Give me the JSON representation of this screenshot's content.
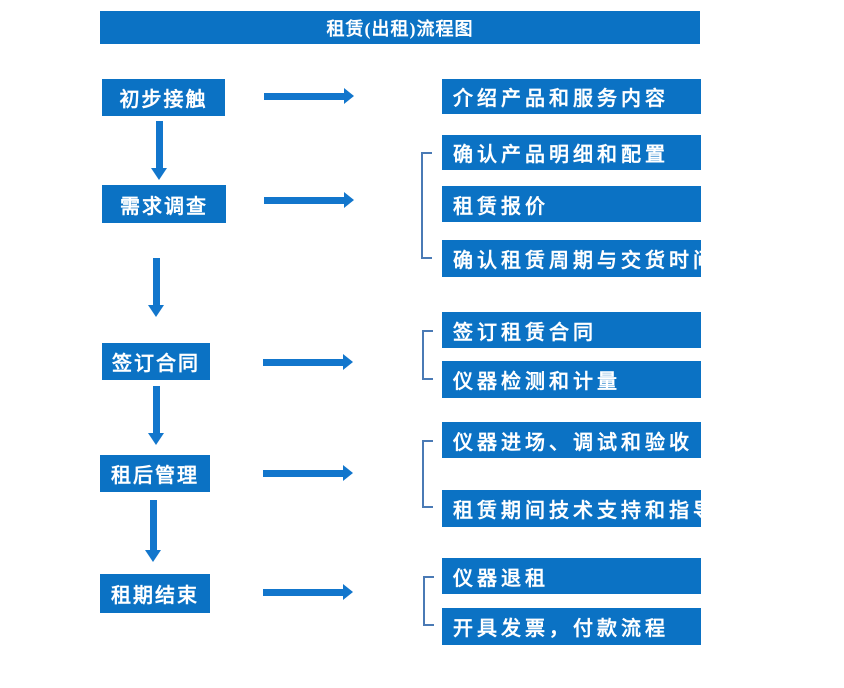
{
  "title": "租赁(出租)流程图",
  "colors": {
    "box_blue": "#0b72c4",
    "arrow_blue": "#1276cc",
    "bracket_blue": "#4a7ab5",
    "text": "#ffffff",
    "background": "#ffffff"
  },
  "stages": [
    {
      "label": "初步接触",
      "details": [
        "介绍产品和服务内容"
      ]
    },
    {
      "label": "需求调查",
      "details": [
        "确认产品明细和配置",
        "租赁报价",
        "确认租赁周期与交货时间"
      ]
    },
    {
      "label": "签订合同",
      "details": [
        "签订租赁合同",
        "仪器检测和计量"
      ]
    },
    {
      "label": "租后管理",
      "details": [
        "仪器进场、调试和验收",
        "租赁期间技术支持和指导"
      ]
    },
    {
      "label": "租期结束",
      "details": [
        "仪器退租",
        "开具发票，付款流程"
      ]
    }
  ]
}
